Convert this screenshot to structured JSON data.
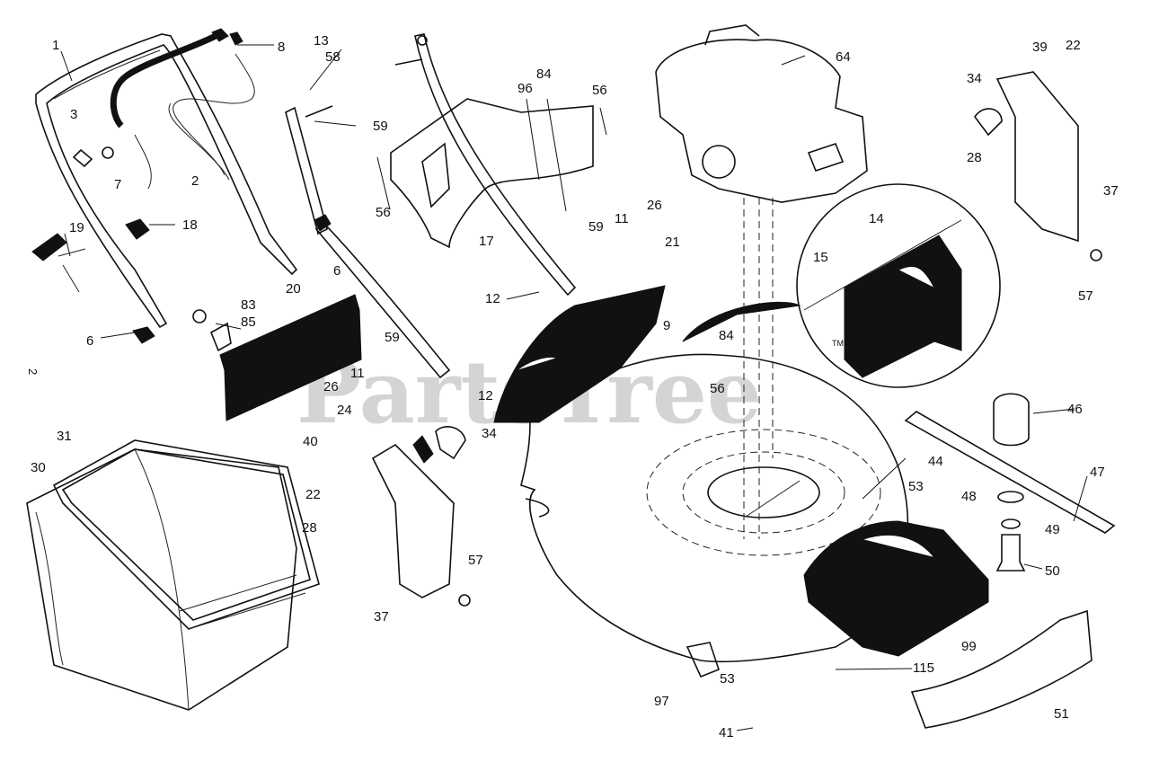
{
  "watermark": "PartsTree",
  "trademark": "TM",
  "sheet_mark": "2",
  "callouts": {
    "c1": "1",
    "c2": "2",
    "c3": "3",
    "c6a": "6",
    "c6b": "6",
    "c7": "7",
    "c8": "8",
    "c9": "9",
    "c11a": "11",
    "c11b": "11",
    "c12a": "12",
    "c12b": "12",
    "c13": "13",
    "c14": "14",
    "c15": "15",
    "c17": "17",
    "c18": "18",
    "c19": "19",
    "c20": "20",
    "c21": "21",
    "c22a": "22",
    "c22b": "22",
    "c24": "24",
    "c26a": "26",
    "c26b": "26",
    "c28a": "28",
    "c28b": "28",
    "c30": "30",
    "c31": "31",
    "c34a": "34",
    "c34b": "34",
    "c37a": "37",
    "c37b": "37",
    "c39": "39",
    "c40": "40",
    "c41": "41",
    "c44": "44",
    "c46": "46",
    "c47": "47",
    "c48": "48",
    "c49": "49",
    "c50": "50",
    "c51": "51",
    "c53a": "53",
    "c53b": "53",
    "c56a": "56",
    "c56b": "56",
    "c56c": "56",
    "c57a": "57",
    "c57b": "57",
    "c58": "58",
    "c59a": "59",
    "c59b": "59",
    "c59c": "59",
    "c64": "64",
    "c83": "83",
    "c84a": "84",
    "c84b": "84",
    "c85": "85",
    "c96": "96",
    "c97": "97",
    "c99": "99",
    "c115": "115"
  }
}
